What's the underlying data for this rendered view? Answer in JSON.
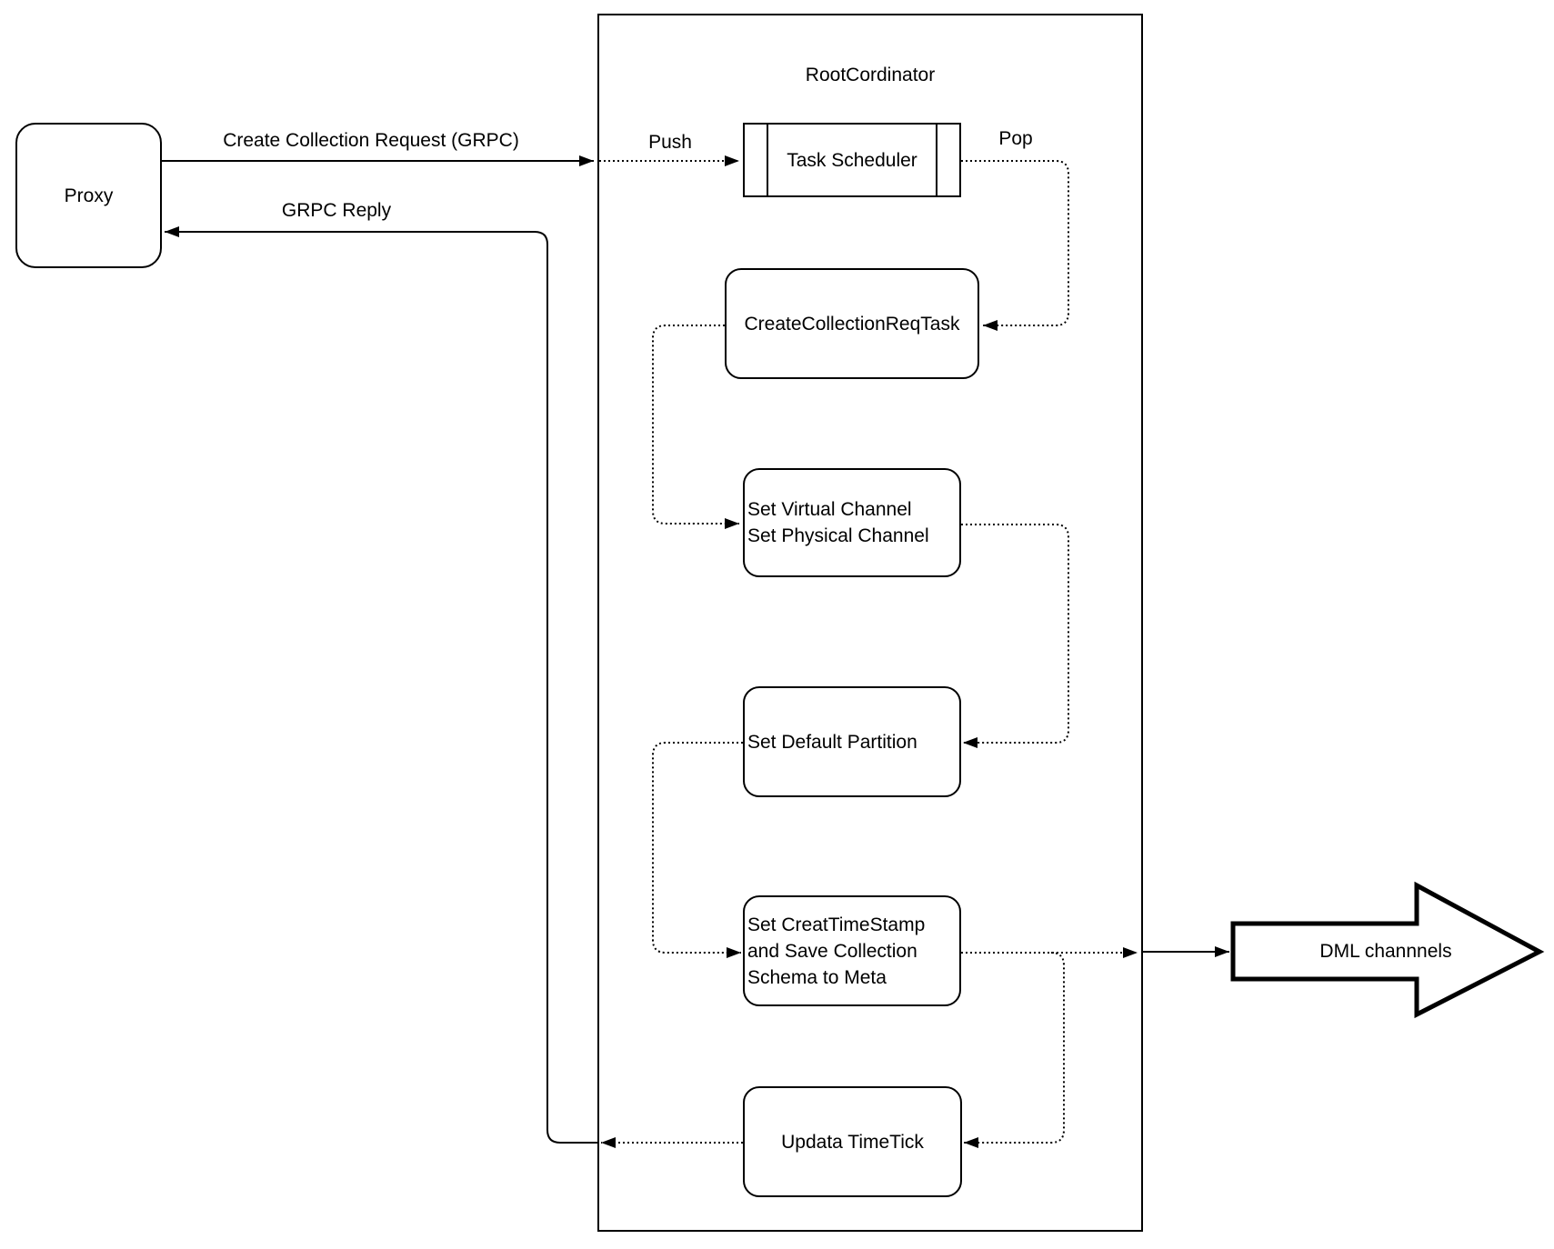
{
  "diagram": {
    "title": "RootCordinator",
    "colors": {
      "stroke": "#000000",
      "background": "#ffffff"
    },
    "nodes": {
      "proxy": {
        "label": "Proxy"
      },
      "root_coordinator": {
        "label": "RootCordinator"
      },
      "task_scheduler": {
        "label": "Task Scheduler"
      },
      "create_collection_req_task": {
        "label": "CreateCollectionReqTask"
      },
      "set_channels": {
        "lines": [
          "Set Virtual Channel",
          "Set Physical Channel"
        ]
      },
      "set_default_partition": {
        "label": "Set Default Partition"
      },
      "set_create_timestamp": {
        "lines": [
          "Set CreatTimeStamp",
          "and Save Collection",
          "Schema to Meta"
        ]
      },
      "update_timetick": {
        "label": "Updata TimeTick"
      },
      "dml_channels": {
        "label": "DML channnels"
      }
    },
    "edge_labels": {
      "create_collection_request": "Create Collection Request (GRPC)",
      "grpc_reply": "GRPC Reply",
      "push": "Push",
      "pop": "Pop"
    }
  }
}
